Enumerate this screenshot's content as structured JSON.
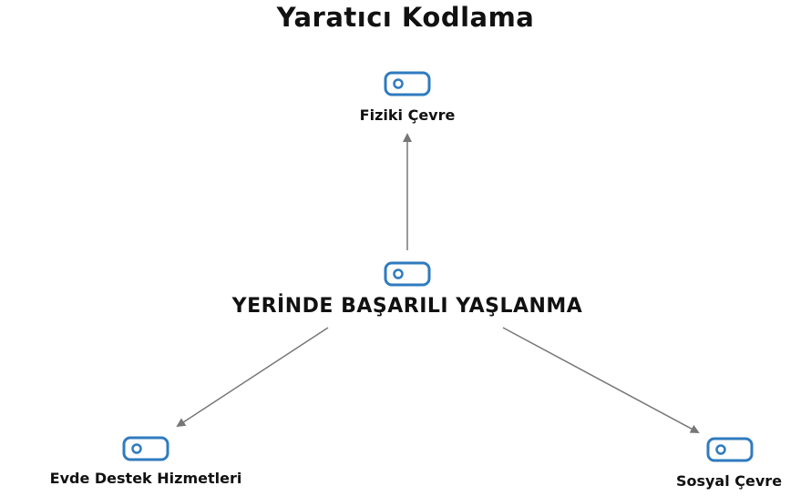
{
  "title": "Yaratıcı Kodlama",
  "colors": {
    "icon_stroke": "#2f7bbf",
    "edge": "#777777",
    "text": "#111111"
  },
  "nodes": {
    "center": {
      "label": "YERİNDE BAŞARILI YAŞLANMA",
      "icon": "code-tag-icon"
    },
    "top": {
      "label": "Fiziki Çevre",
      "icon": "code-tag-icon"
    },
    "bottom_left": {
      "label": "Evde Destek Hizmetleri",
      "icon": "code-tag-icon"
    },
    "bottom_right": {
      "label": "Sosyal Çevre",
      "icon": "code-tag-icon"
    }
  },
  "edges": [
    {
      "from": "center",
      "to": "top"
    },
    {
      "from": "center",
      "to": "bottom_left"
    },
    {
      "from": "center",
      "to": "bottom_right"
    }
  ]
}
